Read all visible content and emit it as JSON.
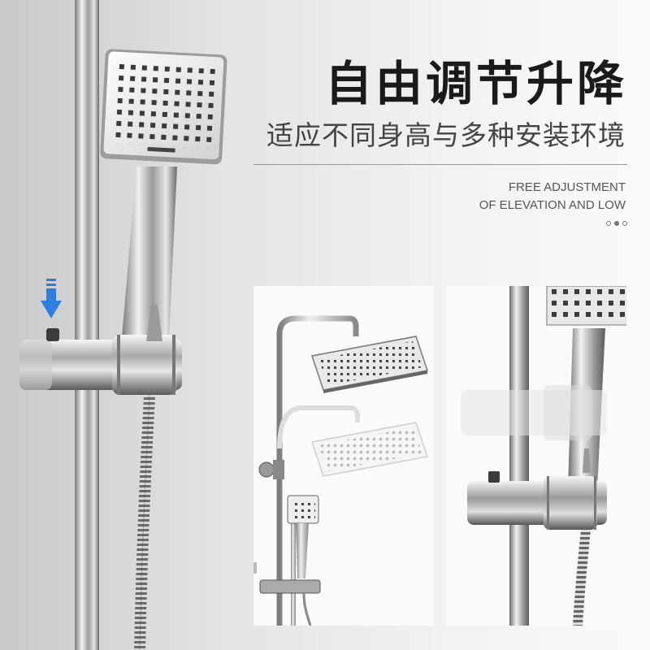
{
  "heading": {
    "title_cn": "自由调节升降",
    "subtitle_cn": "适应不同身高与多种安装环境",
    "en_line1": "FREE ADJUSTMENT",
    "en_line2": "OF ELEVATION AND LOW"
  },
  "pagination": {
    "count": 3,
    "active_index": 1
  },
  "colors": {
    "arrow": "#2f7fe0",
    "chrome_dark": "#6e6e6e",
    "chrome_light": "#f4f4f4",
    "text_dark": "#1a1a1a"
  }
}
